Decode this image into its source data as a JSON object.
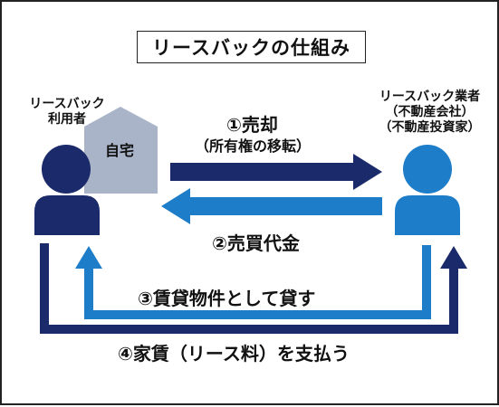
{
  "title": "リースバックの仕組み",
  "left_party": {
    "line1": "リースバック",
    "line2": "利用者",
    "house_label": "自宅"
  },
  "right_party": {
    "line1": "リースバック業者",
    "line2": "（不動産会社）",
    "line3": "（不動産投資家）"
  },
  "steps": [
    {
      "label": "①売却",
      "sublabel": "（所有権の移転）"
    },
    {
      "label": "②売買代金"
    },
    {
      "label": "③賃貸物件として貸す"
    },
    {
      "label": "④家賃（リース料）を支払う"
    }
  ],
  "colors": {
    "navy": "#1b2a6b",
    "blue": "#1e7dc9",
    "house": "#a9b4c9",
    "border": "#222222"
  }
}
